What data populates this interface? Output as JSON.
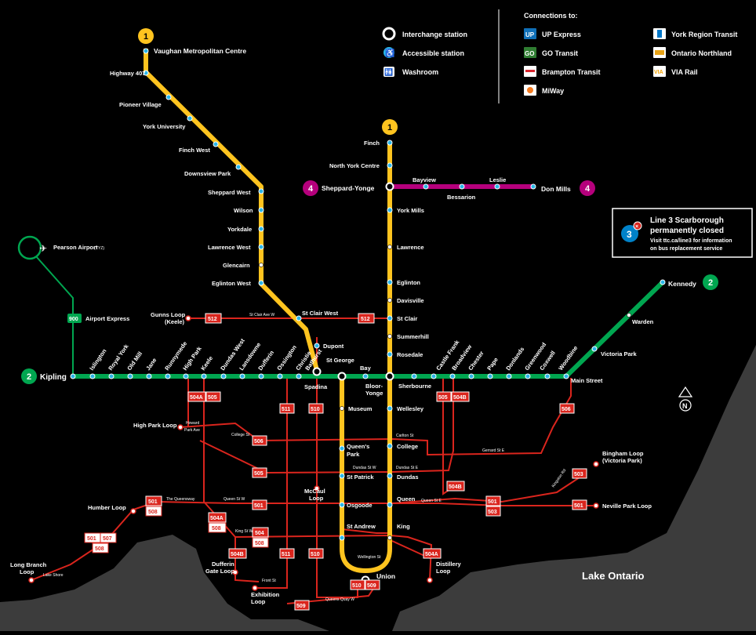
{
  "legend": {
    "interchange": "Interchange station",
    "accessible": "Accessible station",
    "washroom": "Washroom",
    "connections_title": "Connections to:",
    "connections": [
      "UP Express",
      "GO Transit",
      "Brampton Transit",
      "MiWay",
      "York Region Transit",
      "Ontario Northland",
      "VIA Rail"
    ],
    "icon_labels": {
      "up": "UP",
      "go": "GO",
      "via": "VIA"
    }
  },
  "notice": {
    "number": "3",
    "title1": "Line 3 Scarborough",
    "title2": "permanently closed",
    "body1": "Visit ttc.ca/line3 for information",
    "body2": "on bus replacement service"
  },
  "line_badges": {
    "line1": "1",
    "line2": "2",
    "line4": "4"
  },
  "lake": "Lake Ontario",
  "north": "N",
  "airport": {
    "name": "Pearson Airport",
    "code": "(YYZ)",
    "express_route": "900",
    "express_name": "Airport Express"
  },
  "colors": {
    "line1": "#FFC41F",
    "line2": "#00A650",
    "line4": "#B5007C",
    "streetcar": "#DA251D",
    "land": "#3C3C3C",
    "background": "#000000"
  },
  "stations": {
    "vmc": "Vaughan Metropolitan Centre",
    "hwy407": "Highway 407",
    "pioneer": "Pioneer Village",
    "york_u": "York University",
    "finch_w": "Finch West",
    "downsview": "Downsview Park",
    "sheppard_w": "Sheppard West",
    "wilson": "Wilson",
    "yorkdale": "Yorkdale",
    "lawrence_w": "Lawrence West",
    "glencairn": "Glencairn",
    "eglinton_w": "Eglinton West",
    "st_clair_w": "St Clair West",
    "dupont": "Dupont",
    "spadina": "Spadina",
    "st_george": "St George",
    "bay": "Bay",
    "bloor_yonge_1": "Bloor-",
    "bloor_yonge_2": "Yonge",
    "museum": "Museum",
    "queens_park_1": "Queen's",
    "queens_park_2": "Park",
    "st_patrick": "St Patrick",
    "osgoode": "Osgoode",
    "st_andrew": "St Andrew",
    "union": "Union",
    "king": "King",
    "queen": "Queen",
    "dundas": "Dundas",
    "college": "College",
    "wellesley": "Wellesley",
    "rosedale": "Rosedale",
    "summerhill": "Summerhill",
    "st_clair": "St Clair",
    "davisville": "Davisville",
    "eglinton": "Eglinton",
    "lawrence": "Lawrence",
    "york_mills": "York Mills",
    "sheppard_yonge": "Sheppard-Yonge",
    "north_york": "North York Centre",
    "finch": "Finch",
    "bayview": "Bayview",
    "bessarion": "Bessarion",
    "leslie": "Leslie",
    "don_mills": "Don Mills",
    "kipling": "Kipling",
    "islington": "Islington",
    "royal_york": "Royal York",
    "old_mill": "Old Mill",
    "jane": "Jane",
    "runnymede": "Runnymede",
    "high_park": "High Park",
    "keele": "Keele",
    "dundas_w": "Dundas West",
    "lansdowne": "Lansdowne",
    "dufferin": "Dufferin",
    "ossington": "Ossington",
    "christie": "Christie",
    "bathurst": "Bathurst",
    "sherbourne": "Sherbourne",
    "castle_frank": "Castle Frank",
    "broadview": "Broadview",
    "chester": "Chester",
    "pape": "Pape",
    "donlands": "Donlands",
    "greenwood": "Greenwood",
    "coxwell": "Coxwell",
    "woodbine": "Woodbine",
    "main_st": "Main Street",
    "victoria_park": "Victoria Park",
    "warden": "Warden",
    "kennedy": "Kennedy"
  },
  "loops": {
    "gunns_1": "Gunns Loop",
    "gunns_2": "(Keele)",
    "high_park": "High Park Loop",
    "humber": "Humber Loop",
    "long_branch_1": "Long Branch",
    "long_branch_2": "Loop",
    "dufferin_gate_1": "Dufferin",
    "dufferin_gate_2": "Gate Loop",
    "exhibition_1": "Exhibition",
    "exhibition_2": "Loop",
    "mccaul_1": "McCaul",
    "mccaul_2": "Loop",
    "distillery_1": "Distillery",
    "distillery_2": "Loop",
    "bingham_1": "Bingham Loop",
    "bingham_2": "(Victoria Park)",
    "neville": "Neville Park Loop"
  },
  "routes": {
    "r501": "501",
    "r503": "503",
    "r504": "504",
    "r504a": "504A",
    "r504b": "504B",
    "r505": "505",
    "r506": "506",
    "r507": "507",
    "r508": "508",
    "r509": "509",
    "r510": "510",
    "r511": "511",
    "r512": "512"
  },
  "streets": {
    "st_clair_w": "St Clair Ave W",
    "queensway": "The Queensway",
    "queen_w": "Queen St W",
    "college": "College St",
    "carlton": "Carlton St",
    "dundas_w": "Dundas St W",
    "dundas_e": "Dundas St E",
    "gerrard": "Gerrard St E",
    "king_w": "King St W",
    "wellington": "Wellington St",
    "front": "Front St",
    "queens_quay": "Queens Quay W",
    "lake_shore": "Lake Shore",
    "howard_1": "Howard",
    "howard_2": "Park Ave",
    "kingston": "Kingston Rd",
    "queen_e": "Queen St E"
  }
}
